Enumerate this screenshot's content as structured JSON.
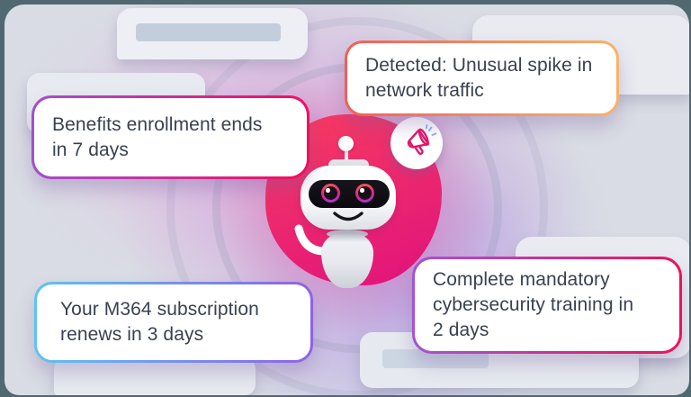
{
  "illustration": {
    "description": "Digital assistant robot announcing notifications",
    "notifications": [
      {
        "id": "benefits",
        "text": "Benefits enrollment ends\nin 7 days",
        "border_from": "#a24fd0",
        "border_to": "#f10f5e",
        "angle": "90deg"
      },
      {
        "id": "network",
        "text": "Detected: Unusual spike in\nnetwork traffic",
        "border_from": "#ef6057",
        "border_to": "#f9b267",
        "angle": "90deg"
      },
      {
        "id": "subscription",
        "text": "Your M364 subscription\nrenews in 3 days",
        "border_from": "#5fc3ef",
        "border_to": "#8d62e8",
        "angle": "90deg"
      },
      {
        "id": "training",
        "text": "Complete mandatory\ncybersecurity training in\n2 days",
        "border_from": "#a553d3",
        "border_to": "#ef1257",
        "angle": "90deg"
      }
    ],
    "icons": {
      "megaphone": "megaphone-icon"
    },
    "colors": {
      "canvas_edge": "#50686f",
      "card_bg": "#d9dce4",
      "blob_from": "#f73c60",
      "blob_to": "#e0127d",
      "text": "#3a4150",
      "megaphone": "#e2176b",
      "sparkle": "#8fb6f3"
    }
  }
}
